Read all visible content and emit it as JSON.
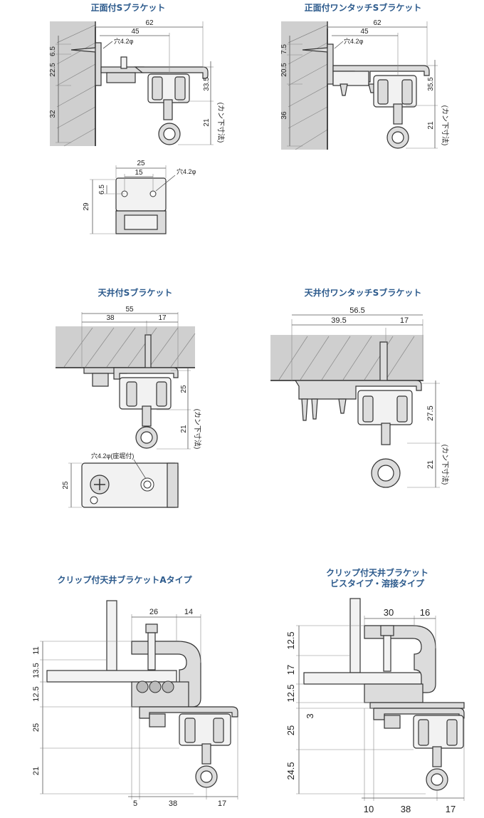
{
  "sections": [
    {
      "id": "front-s",
      "title": "正面付Sブラケット",
      "dims": {
        "total": "62",
        "depth": "45",
        "hole": "穴4.2φ",
        "v1": "6.5",
        "v2": "22.5",
        "v3": "32",
        "height": "33.5",
        "ring": "21",
        "note": "(カン下寸法)"
      },
      "plan": {
        "w": "25",
        "pitch": "15",
        "v": "6.5",
        "h": "29",
        "hole": "穴4.2φ"
      }
    },
    {
      "id": "front-onetouch",
      "title": "正面付ワンタッチSブラケット",
      "dims": {
        "total": "62",
        "depth": "45",
        "hole": "穴4.2φ",
        "v1": "7.5",
        "v2": "20.5",
        "v3": "36",
        "height": "35.5",
        "ring": "21",
        "note": "(カン下寸法)"
      }
    },
    {
      "id": "ceiling-s",
      "title": "天井付Sブラケット",
      "dims": {
        "total": "55",
        "a": "38",
        "b": "17",
        "height": "25",
        "ring": "21",
        "note": "(カン下寸法)"
      },
      "plan": {
        "hole": "穴4.2φ(座堀付)",
        "h": "25"
      }
    },
    {
      "id": "ceiling-onetouch",
      "title": "天井付ワンタッチSブラケット",
      "dims": {
        "total": "56.5",
        "a": "39.5",
        "b": "17",
        "height": "27.5",
        "ring": "21",
        "note": "(カン下寸法)"
      }
    },
    {
      "id": "clip-a",
      "title": "クリップ付天井ブラケットAタイプ",
      "dims": {
        "top_a": "26",
        "top_b": "14",
        "v1": "11",
        "v2": "13.5",
        "v3": "12.5",
        "v4": "25",
        "v5": "21",
        "bot_a": "5",
        "bot_b": "38",
        "bot_c": "17"
      }
    },
    {
      "id": "clip-screw",
      "title_line1": "クリップ付天井ブラケット",
      "title_line2": "ビスタイプ・溶接タイプ",
      "dims": {
        "top_a": "30",
        "top_b": "16",
        "v1": "12.5",
        "v2": "17",
        "v3": "12.5",
        "v4": "3",
        "v5": "25",
        "v6": "24.5",
        "bot_a": "10",
        "bot_b": "38",
        "bot_c": "17"
      }
    }
  ]
}
